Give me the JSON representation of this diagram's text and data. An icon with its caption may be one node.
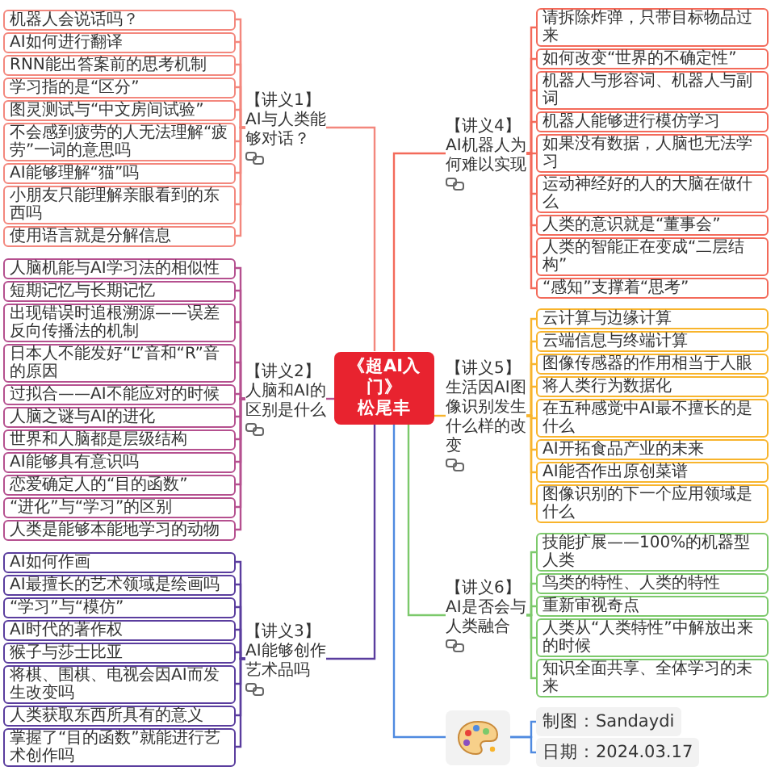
{
  "diagram": {
    "nodes": [
      {
        "text": [
          "《超AI入门》",
          "松尾丰"
        ]
      },
      {
        "text": [
          "【讲义1】",
          "AI与人类能够对话？"
        ]
      },
      {
        "text": [
          "机器人会说话吗？"
        ]
      },
      {
        "text": [
          "AI如何进行翻译"
        ]
      },
      {
        "text": [
          "RNN能出答案前的思考机制"
        ]
      },
      {
        "text": [
          "学习指的是“区分”"
        ]
      },
      {
        "text": [
          "图灵测试与“中文房间试验”"
        ]
      },
      {
        "text": [
          "不会感到疲劳的人无法理解“疲劳”一词的意思吗"
        ]
      },
      {
        "text": [
          "AI能够理解“猫”吗"
        ]
      },
      {
        "text": [
          "小朋友只能理解亲眼看到的东西吗"
        ]
      },
      {
        "text": [
          "使用语言就是分解信息"
        ]
      },
      {
        "text": [
          "【讲义2】",
          "人脑和AI的区别是什么"
        ]
      },
      {
        "text": [
          "人脑机能与AI学习法的相似性"
        ]
      },
      {
        "text": [
          "短期记忆与长期记忆"
        ]
      },
      {
        "text": [
          "出现错误时追根溯源——误差反向传播法的机制"
        ]
      },
      {
        "text": [
          "日本人不能发好“L”音和“R”音的原因"
        ]
      },
      {
        "text": [
          "过拟合——AI不能应对的时候"
        ]
      },
      {
        "text": [
          "人脑之谜与AI的进化"
        ]
      },
      {
        "text": [
          "世界和人脑都是层级结构"
        ]
      },
      {
        "text": [
          "AI能够具有意识吗"
        ]
      },
      {
        "text": [
          "恋爱确定人的“目的函数”"
        ]
      },
      {
        "text": [
          "“进化”与“学习”的区别"
        ]
      },
      {
        "text": [
          "人类是能够本能地学习的动物"
        ]
      },
      {
        "text": [
          "【讲义3】",
          "AI能够创作艺术品吗"
        ]
      },
      {
        "text": [
          "AI如何作画"
        ]
      },
      {
        "text": [
          "AI最擅长的艺术领域是绘画吗"
        ]
      },
      {
        "text": [
          "“学习”与“模仿”"
        ]
      },
      {
        "text": [
          "AI时代的著作权"
        ]
      },
      {
        "text": [
          "猴子与莎士比亚"
        ]
      },
      {
        "text": [
          "将棋、围棋、电视会因AI而发生改变吗"
        ]
      },
      {
        "text": [
          "人类获取东西所具有的意义"
        ]
      },
      {
        "text": [
          "掌握了“目的函数”就能进行艺术创作吗"
        ]
      },
      {
        "text": [
          "【讲义4】",
          "AI机器人为何难以实现"
        ]
      },
      {
        "text": [
          "请拆除炸弹，只带目标物品过来"
        ]
      },
      {
        "text": [
          "如何改变“世界的不确定性”"
        ]
      },
      {
        "text": [
          "机器人与形容词、机器人与副词"
        ]
      },
      {
        "text": [
          "机器人能够进行模仿学习"
        ]
      },
      {
        "text": [
          "如果没有数据，人脑也无法学习"
        ]
      },
      {
        "text": [
          "运动神经好的人的大脑在做什么"
        ]
      },
      {
        "text": [
          "人类的意识就是“董事会”"
        ]
      },
      {
        "text": [
          "人类的智能正在变成“二层结构”"
        ]
      },
      {
        "text": [
          "“感知”支撑着“思考”"
        ]
      },
      {
        "text": [
          "【讲义5】",
          "生活因AI图像识别发生什么样的改变"
        ]
      },
      {
        "text": [
          "云计算与边缘计算"
        ]
      },
      {
        "text": [
          "云端信息与终端计算"
        ]
      },
      {
        "text": [
          "图像传感器的作用相当于人眼"
        ]
      },
      {
        "text": [
          "将人类行为数据化"
        ]
      },
      {
        "text": [
          "在五种感觉中AI最不擅长的是什么"
        ]
      },
      {
        "text": [
          "AI开拓食品产业的未来"
        ]
      },
      {
        "text": [
          "AI能否作出原创菜谱"
        ]
      },
      {
        "text": [
          "图像识别的下一个应用领域是什么"
        ]
      },
      {
        "text": [
          "【讲义6】",
          "AI是否会与人类融合"
        ]
      },
      {
        "text": [
          "技能扩展——100%的机器型人类"
        ]
      },
      {
        "text": [
          "鸟类的特性、人类的特性"
        ]
      },
      {
        "text": [
          "重新审视奇点"
        ]
      },
      {
        "text": [
          "人类从“人类特性”中解放出来的时候"
        ]
      },
      {
        "text": [
          "知识全面共享、全体学习的未来"
        ]
      },
      {
        "text": [],
        "shape": "box"
      },
      {
        "text": [
          "制图：Sandaydi"
        ]
      },
      {
        "text": [
          "日期：2024.03.17"
        ]
      }
    ],
    "edges": [
      {
        "from": 0,
        "to": 1,
        "arrow": "none",
        "color": "#f3877d"
      },
      {
        "from": 1,
        "to": 2,
        "arrow": "none",
        "color": "#f3877d"
      },
      {
        "from": 1,
        "to": 3,
        "arrow": "none",
        "color": "#f3877d"
      },
      {
        "from": 1,
        "to": 4,
        "arrow": "none",
        "color": "#f3877d"
      },
      {
        "from": 1,
        "to": 5,
        "arrow": "none",
        "color": "#f3877d"
      },
      {
        "from": 1,
        "to": 6,
        "arrow": "none",
        "color": "#f3877d"
      },
      {
        "from": 1,
        "to": 7,
        "arrow": "none",
        "color": "#f3877d"
      },
      {
        "from": 1,
        "to": 8,
        "arrow": "none",
        "color": "#f3877d"
      },
      {
        "from": 1,
        "to": 9,
        "arrow": "none",
        "color": "#f3877d"
      },
      {
        "from": 1,
        "to": 10,
        "arrow": "none",
        "color": "#f3877d"
      },
      {
        "from": 0,
        "to": 11,
        "arrow": "none",
        "color": "#b5508f"
      },
      {
        "from": 11,
        "to": 12,
        "arrow": "none",
        "color": "#b5508f"
      },
      {
        "from": 11,
        "to": 13,
        "arrow": "none",
        "color": "#b5508f"
      },
      {
        "from": 11,
        "to": 14,
        "arrow": "none",
        "color": "#b5508f"
      },
      {
        "from": 11,
        "to": 15,
        "arrow": "none",
        "color": "#b5508f"
      },
      {
        "from": 11,
        "to": 16,
        "arrow": "none",
        "color": "#b5508f"
      },
      {
        "from": 11,
        "to": 17,
        "arrow": "none",
        "color": "#b5508f"
      },
      {
        "from": 11,
        "to": 18,
        "arrow": "none",
        "color": "#b5508f"
      },
      {
        "from": 11,
        "to": 19,
        "arrow": "none",
        "color": "#b5508f"
      },
      {
        "from": 11,
        "to": 20,
        "arrow": "none",
        "color": "#b5508f"
      },
      {
        "from": 11,
        "to": 21,
        "arrow": "none",
        "color": "#b5508f"
      },
      {
        "from": 11,
        "to": 22,
        "arrow": "none",
        "color": "#b5508f"
      },
      {
        "from": 0,
        "to": 23,
        "arrow": "none",
        "color": "#5a3d9e"
      },
      {
        "from": 23,
        "to": 24,
        "arrow": "none",
        "color": "#5a3d9e"
      },
      {
        "from": 23,
        "to": 25,
        "arrow": "none",
        "color": "#5a3d9e"
      },
      {
        "from": 23,
        "to": 26,
        "arrow": "none",
        "color": "#5a3d9e"
      },
      {
        "from": 23,
        "to": 27,
        "arrow": "none",
        "color": "#5a3d9e"
      },
      {
        "from": 23,
        "to": 28,
        "arrow": "none",
        "color": "#5a3d9e"
      },
      {
        "from": 23,
        "to": 29,
        "arrow": "none",
        "color": "#5a3d9e"
      },
      {
        "from": 23,
        "to": 30,
        "arrow": "none",
        "color": "#5a3d9e"
      },
      {
        "from": 23,
        "to": 31,
        "arrow": "none",
        "color": "#5a3d9e"
      },
      {
        "from": 0,
        "to": 32,
        "arrow": "none",
        "color": "#f36a5a"
      },
      {
        "from": 32,
        "to": 33,
        "arrow": "none",
        "color": "#f36a5a"
      },
      {
        "from": 32,
        "to": 34,
        "arrow": "none",
        "color": "#f36a5a"
      },
      {
        "from": 32,
        "to": 35,
        "arrow": "none",
        "color": "#f36a5a"
      },
      {
        "from": 32,
        "to": 36,
        "arrow": "none",
        "color": "#f36a5a"
      },
      {
        "from": 32,
        "to": 37,
        "arrow": "none",
        "color": "#f36a5a"
      },
      {
        "from": 32,
        "to": 38,
        "arrow": "none",
        "color": "#f36a5a"
      },
      {
        "from": 32,
        "to": 39,
        "arrow": "none",
        "color": "#f36a5a"
      },
      {
        "from": 32,
        "to": 40,
        "arrow": "none",
        "color": "#f36a5a"
      },
      {
        "from": 32,
        "to": 41,
        "arrow": "none",
        "color": "#f36a5a"
      },
      {
        "from": 0,
        "to": 42,
        "arrow": "none",
        "color": "#f8b42c"
      },
      {
        "from": 42,
        "to": 43,
        "arrow": "none",
        "color": "#f8b42c"
      },
      {
        "from": 42,
        "to": 44,
        "arrow": "none",
        "color": "#f8b42c"
      },
      {
        "from": 42,
        "to": 45,
        "arrow": "none",
        "color": "#f8b42c"
      },
      {
        "from": 42,
        "to": 46,
        "arrow": "none",
        "color": "#f8b42c"
      },
      {
        "from": 42,
        "to": 47,
        "arrow": "none",
        "color": "#f8b42c"
      },
      {
        "from": 42,
        "to": 48,
        "arrow": "none",
        "color": "#f8b42c"
      },
      {
        "from": 42,
        "to": 49,
        "arrow": "none",
        "color": "#f8b42c"
      },
      {
        "from": 42,
        "to": 50,
        "arrow": "none",
        "color": "#f8b42c"
      },
      {
        "from": 0,
        "to": 51,
        "arrow": "none",
        "color": "#7cc96b"
      },
      {
        "from": 51,
        "to": 52,
        "arrow": "none",
        "color": "#7cc96b"
      },
      {
        "from": 51,
        "to": 53,
        "arrow": "none",
        "color": "#7cc96b"
      },
      {
        "from": 51,
        "to": 54,
        "arrow": "none",
        "color": "#7cc96b"
      },
      {
        "from": 51,
        "to": 55,
        "arrow": "none",
        "color": "#7cc96b"
      },
      {
        "from": 51,
        "to": 56,
        "arrow": "none",
        "color": "#7cc96b"
      },
      {
        "from": 0,
        "to": 57,
        "arrow": "none",
        "color": "#4f8ae0"
      },
      {
        "from": 57,
        "to": 58,
        "arrow": "none",
        "color": "#4f8ae0"
      },
      {
        "from": 57,
        "to": 59,
        "arrow": "none",
        "color": "#4f8ae0"
      }
    ]
  }
}
